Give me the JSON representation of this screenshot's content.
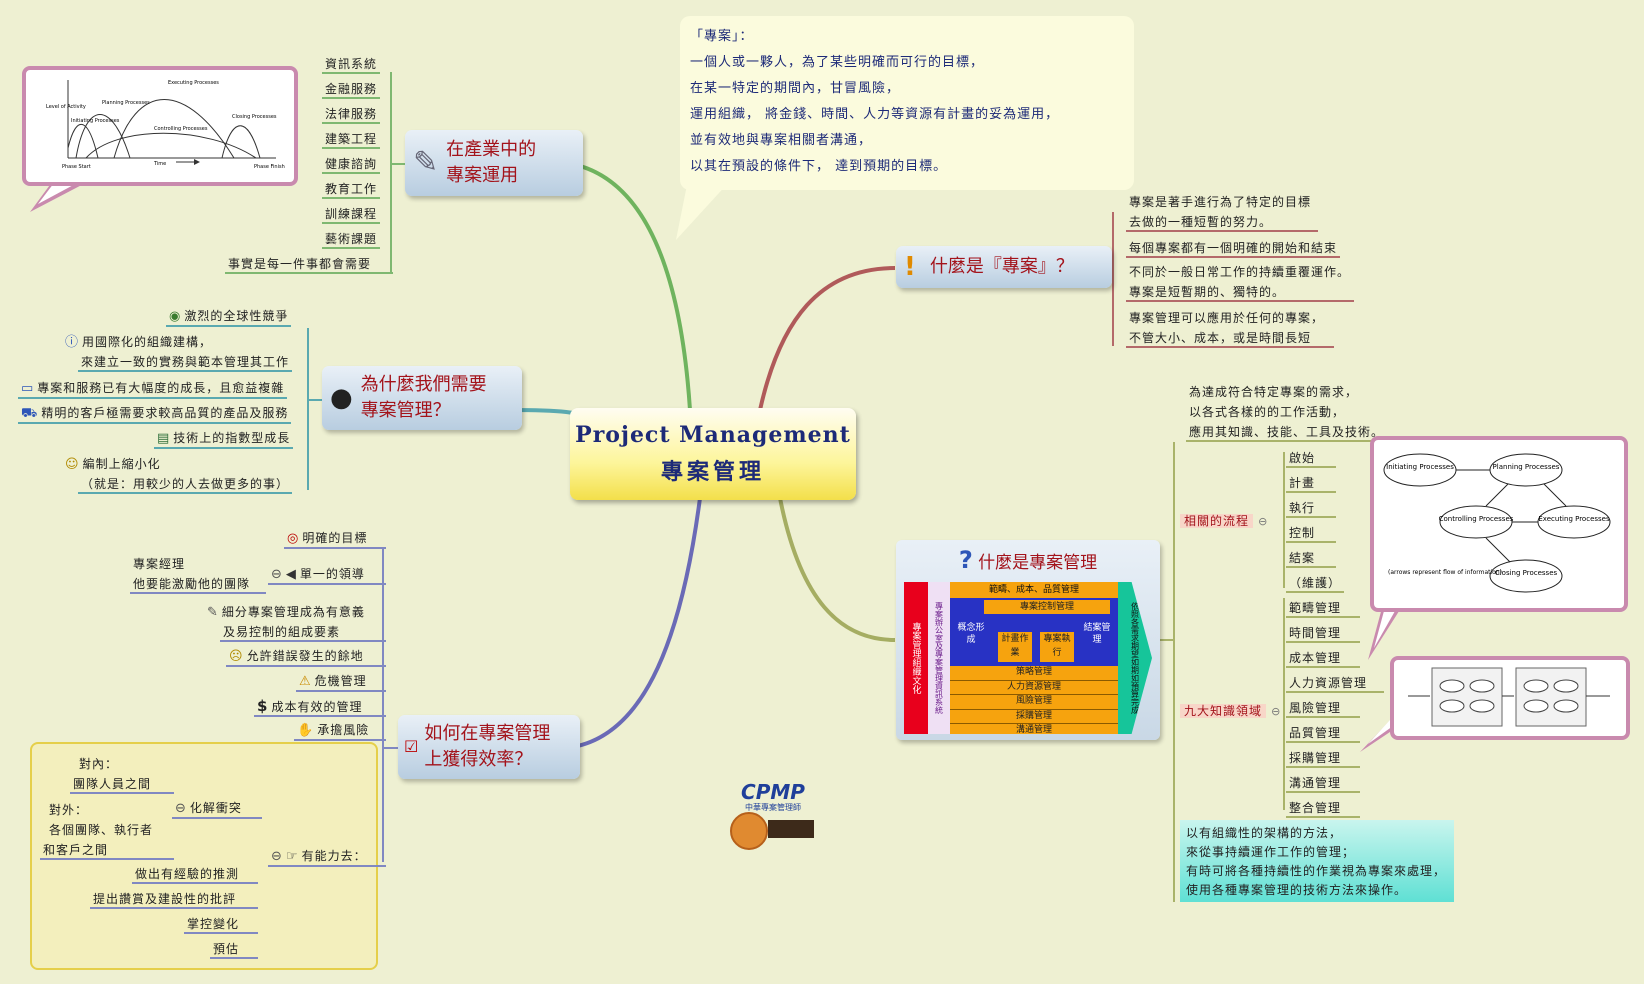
{
  "center": {
    "title_en": "Project Management",
    "title_zh": "專案管理"
  },
  "definition": {
    "lines": [
      "「專案」：",
      "一個人或一夥人，為了某些明確而可行的目標，",
      "在某一特定的期間內，甘冒風險，",
      "運用組織， 將金錢、時間、人力等資源有計畫的妥為運用，",
      "並有效地與專案相關者溝通，",
      "以其在預設的條件下， 達到預期的目標。"
    ]
  },
  "industry": {
    "title_l1": "在產業中的",
    "title_l2": "專案運用",
    "items": [
      "資訊系統",
      "金融服務",
      "法律服務",
      "建築工程",
      "健康諮詢",
      "教育工作",
      "訓練課程",
      "藝術課題",
      "事實是每一件事都會需要"
    ]
  },
  "lifecycle_chart": {
    "labels": [
      "Level of Activity",
      "Initiating Processes",
      "Planning Processes",
      "Executing Processes",
      "Controlling Processes",
      "Closing Processes",
      "Phase Start",
      "Time",
      "Phase Finish"
    ]
  },
  "why": {
    "title_l1": "為什麼我們需要",
    "title_l2": "專案管理？",
    "items": [
      {
        "icon": "globe-icon",
        "glyph": "◉",
        "text": "激烈的全球性競爭"
      },
      {
        "icon": "info-icon",
        "glyph": "ⓘ",
        "text": "用國際化的組織建構，"
      },
      {
        "icon": "",
        "glyph": "",
        "text": "來建立一致的實務與範本管理其工作"
      },
      {
        "icon": "computer-icon",
        "glyph": "▭",
        "text": "專案和服務已有大幅度的成長，且愈益複雜"
      },
      {
        "icon": "truck-icon",
        "glyph": "⛟",
        "text": "精明的客戶極需要求較高品質的產品及服務"
      },
      {
        "icon": "chart-icon",
        "glyph": "▤",
        "text": "技術上的指數型成長"
      },
      {
        "icon": "smile-icon",
        "glyph": "☺",
        "text": "編制上縮小化"
      },
      {
        "icon": "",
        "glyph": "",
        "text": "（就是：用較少的人去做更多的事）"
      }
    ]
  },
  "efficiency": {
    "title_l1": "如何在專案管理",
    "title_l2": "上獲得效率？",
    "items": [
      {
        "icon": "target-icon",
        "glyph": "◎",
        "text": "明確的目標"
      },
      {
        "icon": "megaphone-icon",
        "glyph": "📢",
        "text": "單一的領導"
      },
      {
        "icon": "",
        "glyph": "",
        "text": "細分專案管理成為有意義"
      },
      {
        "icon": "",
        "glyph": "",
        "text": "及易控制的組成要素"
      },
      {
        "icon": "sad-icon",
        "glyph": "☹",
        "text": "允許錯誤發生的餘地"
      },
      {
        "icon": "warning-icon",
        "glyph": "⚠",
        "text": "危機管理"
      },
      {
        "icon": "dollar-icon",
        "glyph": "$",
        "text": "成本有效的管理"
      },
      {
        "icon": "stop-icon",
        "glyph": "✋",
        "text": "承擔風險"
      }
    ],
    "leader_l1": "專案經理",
    "leader_l2": "他要能激勵他的團隊",
    "abilities_label": "有能力去：",
    "conflict_label": "化解衝突",
    "internal_l1": "對內：",
    "internal_l2": "團隊人員之間",
    "external_l1": "對外：",
    "external_l2": "各個團隊、執行者",
    "external_l3": "和客戶之間",
    "abilities": [
      "做出有經驗的推測",
      "提出讚賞及建設性的批評",
      "掌控變化",
      "預估"
    ]
  },
  "what_project": {
    "title": "什麼是『專案』？",
    "items": [
      "專案是著手進行為了特定的目標",
      "去做的一種短暫的努力。",
      "每個專案都有一個明確的開始和結束",
      "不同於一般日常工作的持續重覆運作。",
      "專案是短暫期的、獨特的。",
      "專案管理可以應用於任何的專案，",
      "不管大小、成本，或是時間長短"
    ]
  },
  "what_pm": {
    "title": "什麼是專案管理",
    "intro": [
      "為達成符合特定專案的需求，",
      "以各式各樣的的工作活動，",
      "應用其知識、技能、工具及技術。"
    ],
    "processes_label": "相關的流程",
    "processes": [
      "啟始",
      "計畫",
      "執行",
      "控制",
      "結案",
      "（維護）"
    ],
    "knowledge_label": "九大知識領域",
    "knowledge": [
      "範疇管理",
      "時間管理",
      "成本管理",
      "人力資源管理",
      "風險管理",
      "品質管理",
      "採購管理",
      "溝通管理",
      "整合管理"
    ],
    "summary": [
      "以有組織性的架構的方法，",
      "來從事持續運作工作的管理；",
      "有時可將各種持續性的作業視為專案來處理，",
      "使用各種專案管理的技術方法來操作。"
    ],
    "house": {
      "left_red": "專案管理組織文化",
      "left_purple": "專案辦公室及專案管理資訊系統",
      "top": "範疇、成本、品質管理",
      "control": "專案控制管理",
      "concept": "概念形成",
      "plan": "計畫作業",
      "exec": "專案執行",
      "close": "結案管理",
      "right": "依照各需求期望如期如預算完成",
      "bands": [
        "策略管理",
        "人力資源管理",
        "風險管理",
        "採購管理",
        "溝通管理"
      ]
    }
  },
  "process_diagram": {
    "nodes": [
      "Initiating Processes",
      "Planning Processes",
      "Controlling Processes",
      "Executing Processes",
      "Closing Processes"
    ],
    "note": "(arrows represent flow of information)"
  },
  "logo": {
    "text": "CPMP",
    "sub": "中華專案管理師"
  }
}
